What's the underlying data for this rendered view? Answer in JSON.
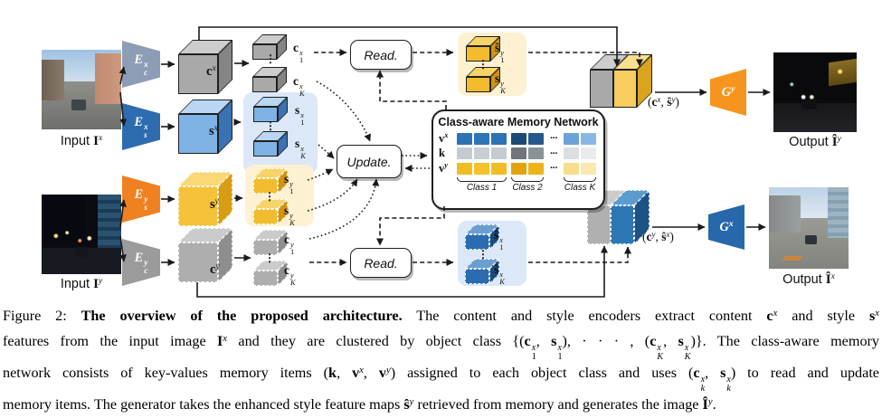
{
  "nodes": {
    "input_x": "Input <b>I</b><i class='su'>x</i>",
    "input_y": "Input <b>I</b><i class='su'>y</i>",
    "output_y": "Output <b>&#206;</b><i class='su'>y</i>",
    "output_x": "Output <b>&#206;</b><i class='su'>x</i>",
    "enc_cx": "<i>E</i><span class='stk'><i>x</i><i>c</i></span>",
    "enc_sx": "<i>E</i><span class='stk'><i>x</i><i>s</i></span>",
    "enc_sy": "<i>E</i><span class='stk'><i>y</i><i>s</i></span>",
    "enc_cy": "<i>E</i><span class='stk'><i>y</i><i>c</i></span>",
    "gen_y": "<i>G</i><i class='su'>y</i>",
    "gen_x": "<i>G</i><i class='su'>x</i>",
    "feat_cx": "<b>c</b><i class='su'>x</i>",
    "feat_sx": "<b>s</b><i class='su'>x</i>",
    "feat_sy": "<b>s</b><i class='su'>y</i>",
    "feat_cy": "<b>c</b><i class='su'>y</i>",
    "c1x": "<b>c</b><span class='stk'><i>x</i><span>1</span></span>",
    "cKx": "<b>c</b><span class='stk'><i>x</i><i>K</i></span>",
    "s1x": "<b>s</b><span class='stk'><i>x</i><span>1</span></span>",
    "sKx": "<b>s</b><span class='stk'><i>x</i><i>K</i></span>",
    "shat1y": "<b>&#349;</b><span class='stk'><i>y</i><span>1</span></span>",
    "sKy_top": "<b>s</b><span class='stk'><i>y</i><i>K</i></span>",
    "s1y": "<b>s</b><span class='stk'><i>y</i><span>1</span></span>",
    "sKy": "<b>s</b><span class='stk'><i>y</i><i>K</i></span>",
    "c1y": "<b>c</b><span class='stk'><i>y</i><span>1</span></span>",
    "cKy": "<b>c</b><span class='stk'><i>y</i><i>K</i></span>",
    "shat1x": "<b>&#349;</b><span class='stk'><i>x</i><span>1</span></span>",
    "shatKx": "<b>&#349;</b><span class='stk'><i>x</i><i>K</i></span>",
    "pair_top": "(<b>c</b><i class='su'>x</i>, <b>&#349;</b><i class='su'>y</i>)",
    "pair_bottom": "(<b>c</b><i class='su'>y</i>, <b>&#349;</b><i class='su'>x</i>)",
    "read": "Read.",
    "update": "Update.",
    "vdots": "⋮"
  },
  "memory": {
    "title": "Class-aware Memory Network",
    "dots": "···",
    "rows": [
      {
        "label": "<b>v</b><i class='su'>x</i>",
        "cells": [
          "#2e72b4",
          "#2f74b6",
          "#2e72b4",
          "#1c4a77",
          "#25598c",
          "#6da2d8",
          "#8ab8e5"
        ]
      },
      {
        "label": "<b>k</b>",
        "cells": [
          "#c6cbd2",
          "#c9ced5",
          "#c6cbd2",
          "#6e757d",
          "#8a9199",
          "#dbdfe4",
          "#e9ecef"
        ]
      },
      {
        "label": "<b>v</b><i class='su'>y</i>",
        "cells": [
          "#f2bd24",
          "#f4c12c",
          "#f2bd24",
          "#e2a30f",
          "#eeb41c",
          "#f8de8a",
          "#fbe8ae"
        ]
      }
    ],
    "classes": [
      "Class 1",
      "Class 2",
      "Class K"
    ]
  },
  "colors": {
    "encoder_content_x": "#8d9db6",
    "encoder_style_x": "#2d6cae",
    "encoder_style_y": "#f08121",
    "encoder_content_y": "#9b9b9b",
    "generator_y": "#f7941e",
    "generator_x": "#2767ab",
    "group_blue_bg": "#dce8f7",
    "group_yellow_bg": "#fdf1d2",
    "line": "#1a1a1a",
    "cube_gray": {
      "f": "#a9a9a9",
      "t": "#cdcdcd",
      "s": "#858585"
    },
    "cube_blue": {
      "f": "#7fb2e5",
      "t": "#b9d7f2",
      "s": "#3a72b4"
    },
    "cube_yellow": {
      "f": "#f5c23a",
      "t": "#fad878",
      "s": "#d89d15"
    },
    "cube_gold": {
      "f": "#f2bc2e",
      "t": "#f7d46a",
      "s": "#d29311"
    },
    "cube_darkblue": {
      "f": "#2a6cb0",
      "t": "#6b9fd2",
      "s": "#1b4c80"
    },
    "cube_gray_dot": {
      "f": "#aeaeae",
      "t": "#cbcbcb",
      "s": "#8e8e8e"
    },
    "half_gray": {
      "f": "#a9a9a9",
      "t": "#cdcdcd",
      "s": "#858585"
    },
    "half_yellow": {
      "f": "#f6cd5e",
      "t": "#fadf8e",
      "s": "#daa51e"
    },
    "half_gray_dot": {
      "f": "#b0b0b0",
      "t": "#cccccc",
      "s": "#8e8e8e"
    },
    "half_blue_dot": {
      "f": "#2e77b5",
      "t": "#5c9bcd",
      "s": "#1d5286"
    }
  },
  "caption": {
    "lines": [
      "Figure 2: <b>The overview of the proposed architecture.</b> The content and style encoders extract content <b>c</b><i class='su'>x</i> and style <b>s</b><i class='su'>x</i>",
      "features from the input image <b>I</b><i class='su'>x</i> and they are clustered by object class {(<b>c</b><span class='stk'><i>x</i><span>1</span></span>, <b>s</b><span class='stk'><i>x</i><span>1</span></span>), · · · , (<b>c</b><span class='stk'><i>x</i><i>K</i></span>, <b>s</b><span class='stk'><i>x</i><i>K</i></span>)}. The class-aware memory",
      "network consists of key-values memory items (<b>k</b>, <b>v</b><i class='su'>x</i>, <b>v</b><i class='su'>y</i>) assigned to each object class and uses (<b>c</b><span class='stk'><i>x</i><i>k</i></span>, <b>s</b><span class='stk'><i>x</i><i>k</i></span>) to read and update",
      "memory items. The generator takes the enhanced style feature maps <b>&#349;</b><i class='su'>y</i> retrieved from memory and generates the image <b>&#206;</b><i class='su'>y</i>."
    ]
  }
}
